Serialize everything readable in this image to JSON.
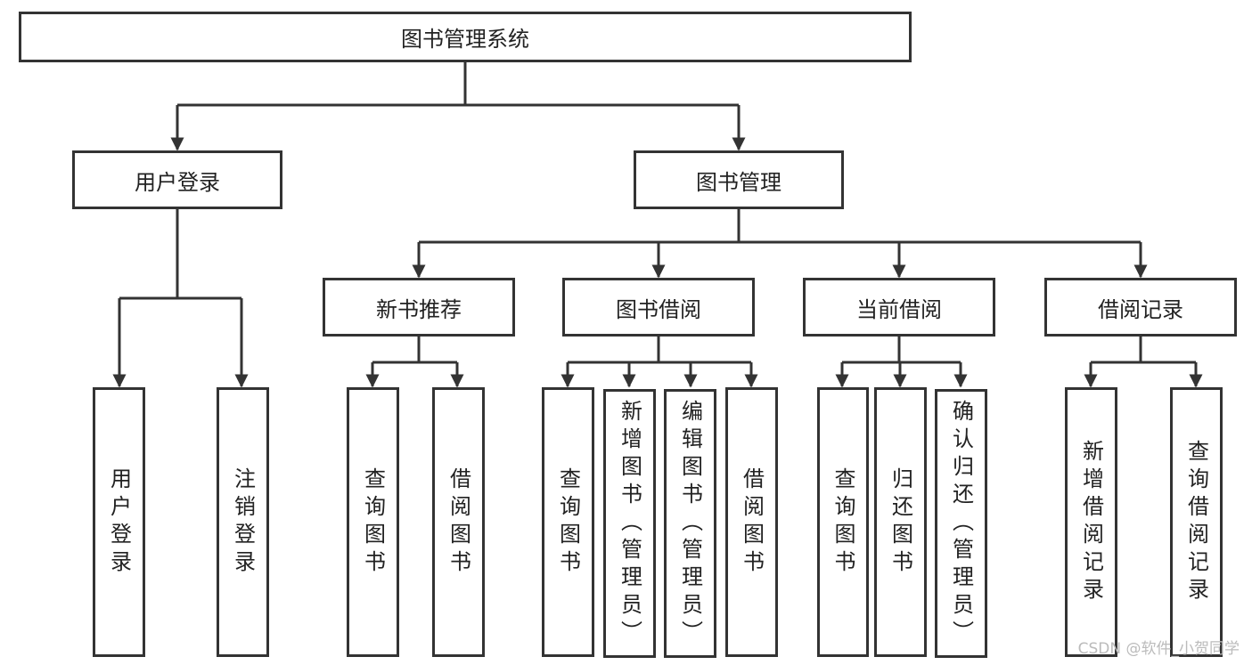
{
  "root": "图书管理系统",
  "level1": [
    "用户登录",
    "图书管理"
  ],
  "user_login": {
    "children": [
      "用户登录",
      "注销登录"
    ]
  },
  "book_mgmt": {
    "modules": [
      {
        "label": "新书推荐",
        "children": [
          "查询图书",
          "借阅图书"
        ]
      },
      {
        "label": "图书借阅",
        "children": [
          "查询图书",
          "新增图书（管理员）",
          "编辑图书（管理员）",
          "借阅图书"
        ]
      },
      {
        "label": "当前借阅",
        "children": [
          "查询图书",
          "归还图书",
          "确认归还（管理员）"
        ]
      },
      {
        "label": "借阅记录",
        "children": [
          "新增借阅记录",
          "查询借阅记录"
        ]
      }
    ]
  },
  "watermark": "CSDN @软件_小贺同学",
  "colors": {
    "stroke": "#333333",
    "text": "#222222"
  }
}
